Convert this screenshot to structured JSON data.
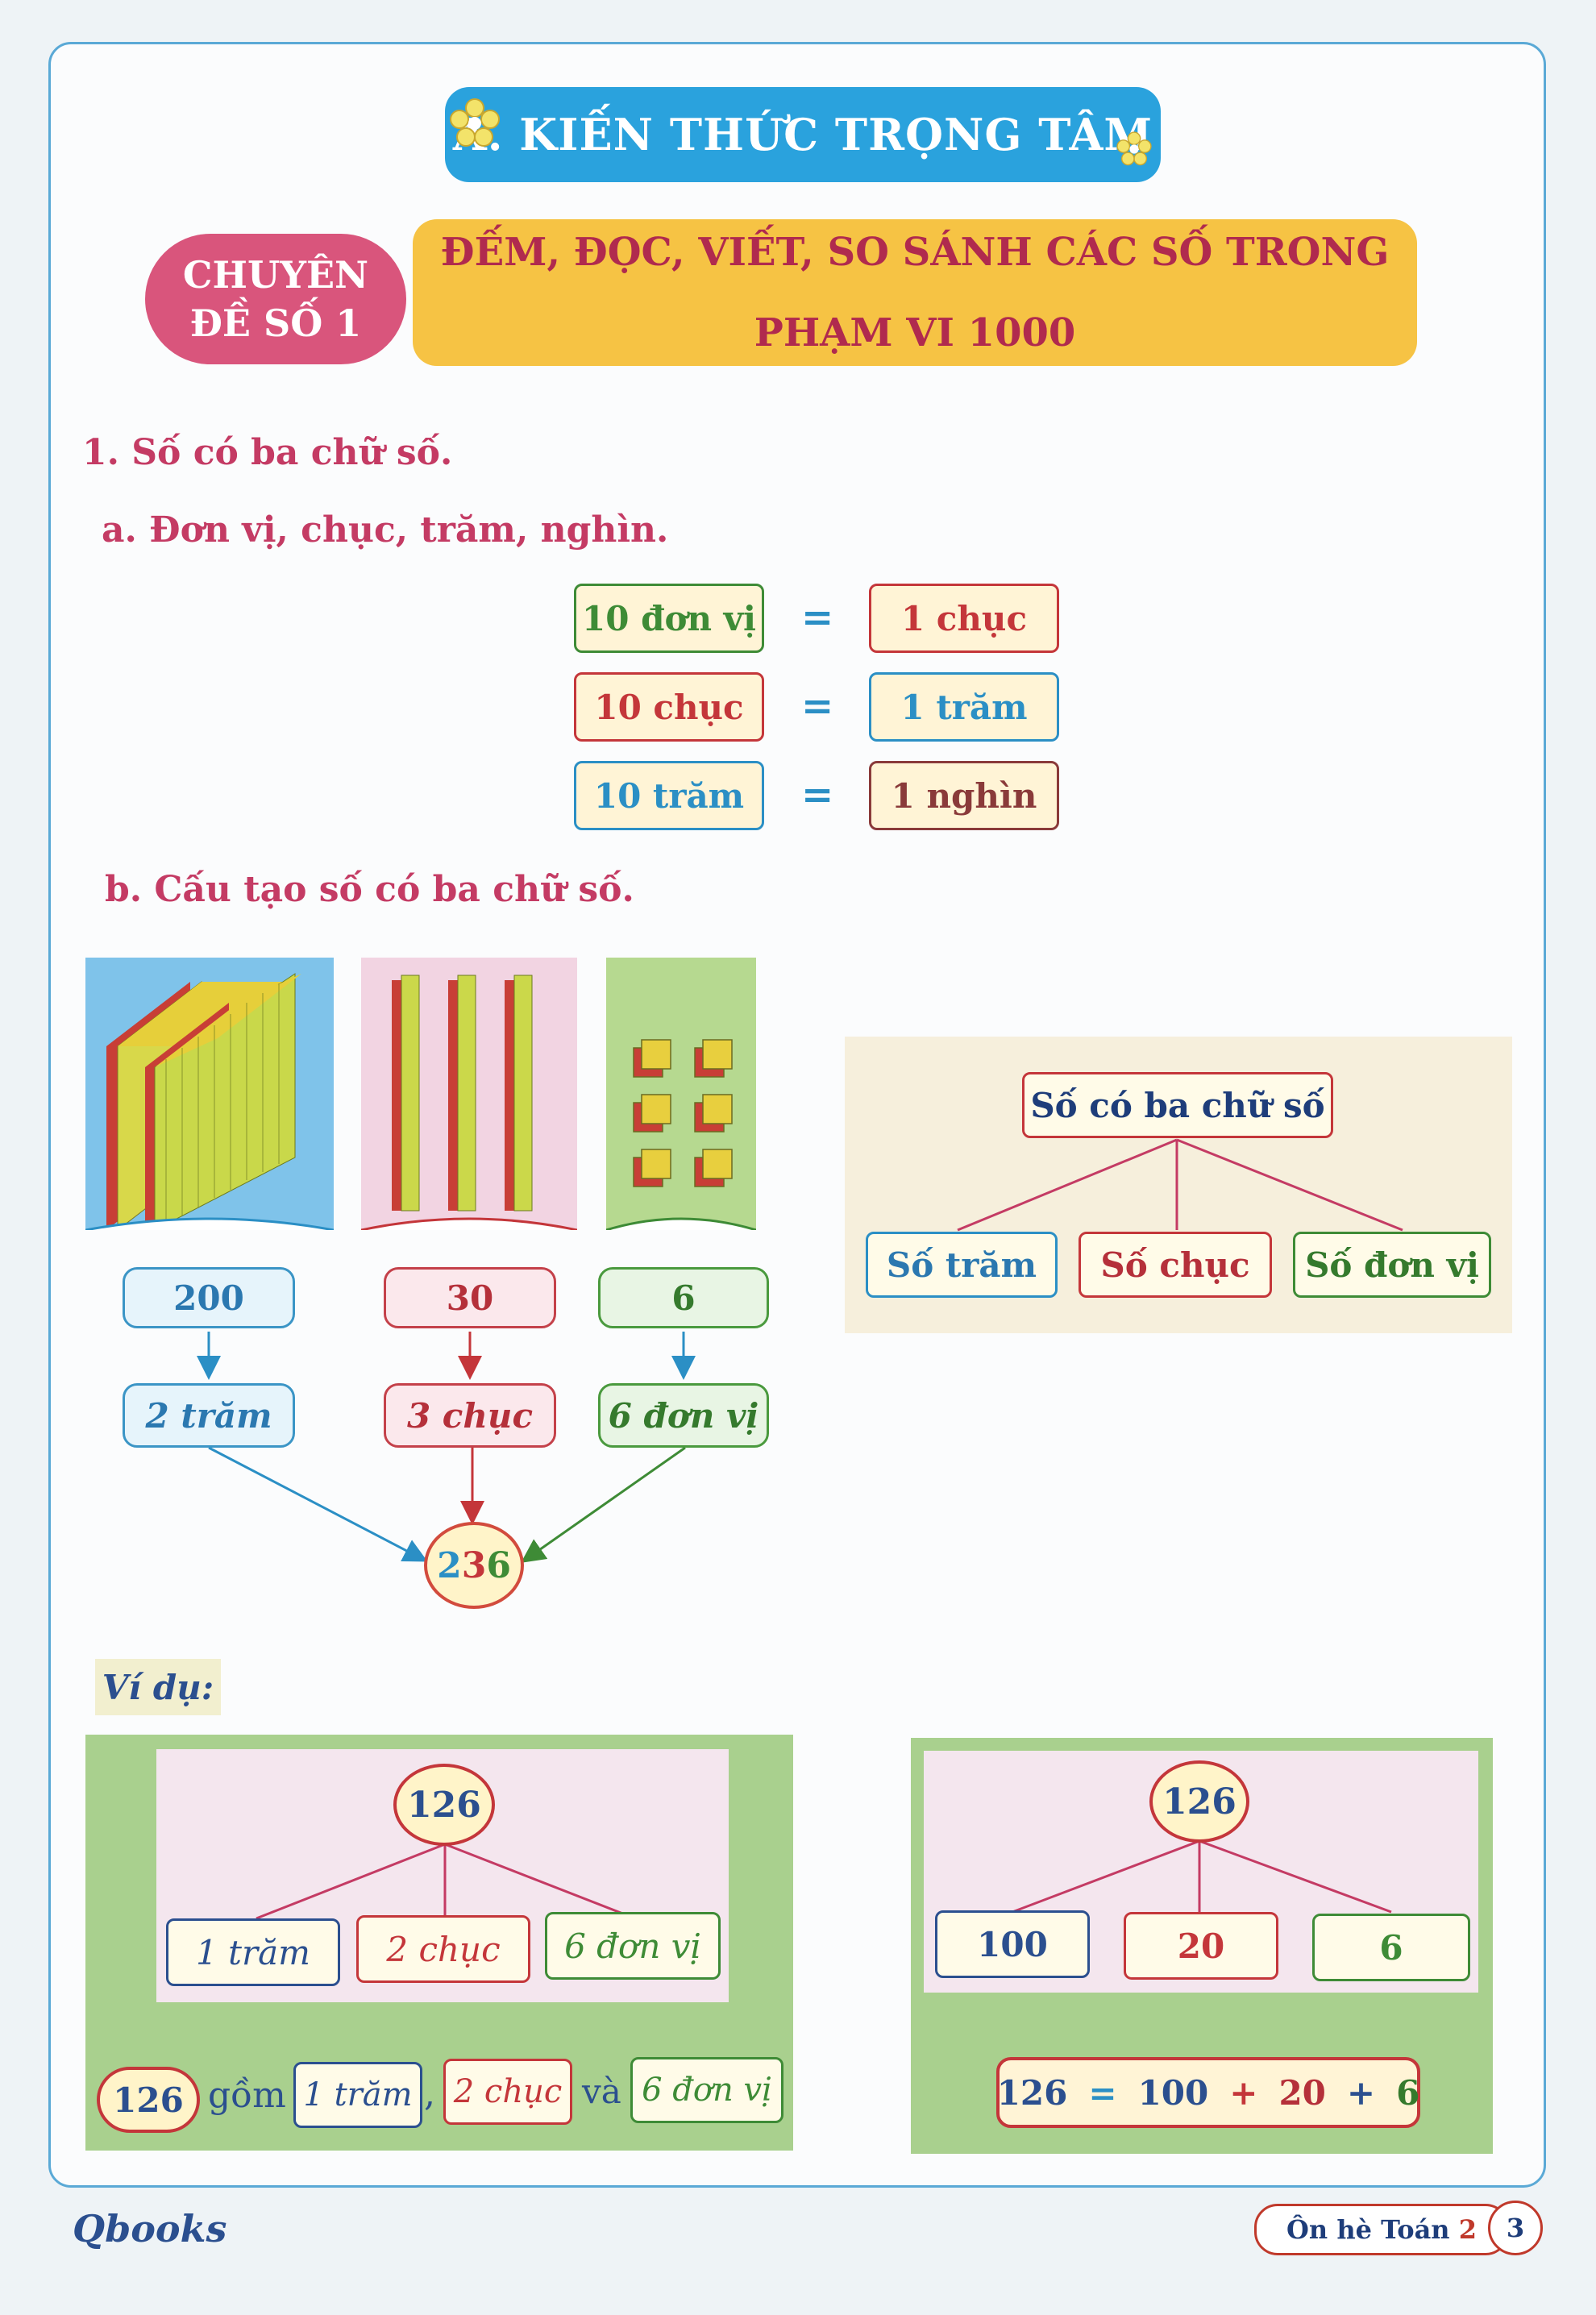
{
  "header": {
    "section_title": "A. KIẾN THỨC TRỌNG TÂM",
    "topic_label_line1": "CHUYÊN",
    "topic_label_line2": "ĐỀ SỐ 1",
    "topic_title_line1": "ĐẾM, ĐỌC, VIẾT, SO SÁNH CÁC SỐ TRONG",
    "topic_title_line2": "PHẠM VI 1000"
  },
  "section1": {
    "heading": "1. Số có ba chữ số.",
    "sub_a": "a. Đơn vị, chục, trăm, nghìn.",
    "equalities": [
      {
        "left": "10 đơn vị",
        "eq": "=",
        "right": "1 chục"
      },
      {
        "left": "10 chục",
        "eq": "=",
        "right": "1 trăm"
      },
      {
        "left": "10 trăm",
        "eq": "=",
        "right": "1 nghìn"
      }
    ],
    "sub_b": "b. Cấu tạo số có ba chữ số."
  },
  "decomposition": {
    "values": [
      "200",
      "30",
      "6"
    ],
    "names": [
      "2 trăm",
      "3 chục",
      "6 đơn vị"
    ],
    "result": {
      "hundreds": "2",
      "tens": "3",
      "units": "6"
    }
  },
  "tree": {
    "root": "Số có ba chữ số",
    "children": [
      "Số trăm",
      "Số chục",
      "Số đơn vị"
    ]
  },
  "example": {
    "label": "Ví dụ:",
    "left_tree": {
      "root": "126",
      "children": [
        "1 trăm",
        "2 chục",
        "6 đơn vị"
      ]
    },
    "left_sentence": {
      "number": "126",
      "word": "gồm",
      "parts": [
        "1 trăm",
        "2 chục",
        "6 đơn vị"
      ],
      "sep": ",",
      "and": "và"
    },
    "right_tree": {
      "root": "126",
      "children": [
        "100",
        "20",
        "6"
      ]
    },
    "right_equation": [
      "126",
      "=",
      "100",
      "+",
      "20",
      "+",
      "6"
    ]
  },
  "footer": {
    "brand": "Qbooks",
    "book_title": "Ôn hè Toán",
    "grade": "2",
    "page": "3"
  },
  "colors": {
    "banner_blue": "#2aa2dd",
    "pink": "#d9557c",
    "yellow": "#f6c344",
    "heading": "#c43b64",
    "green_panel": "#a9d08e"
  }
}
